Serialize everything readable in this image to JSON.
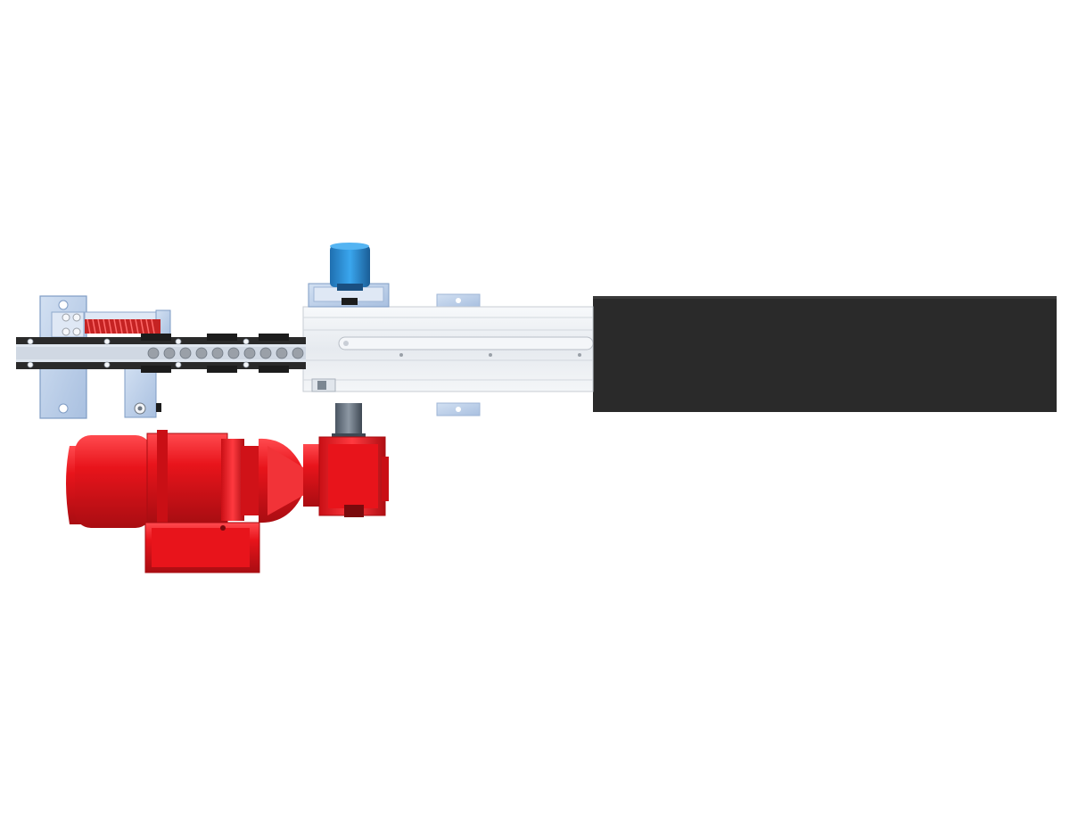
{
  "scene": {
    "subject": "chain-conveyor-drive-assembly",
    "background_color": "#ffffff",
    "colors": {
      "bracket_blue": "#b9cde8",
      "bracket_blue_dark": "#7f9cc4",
      "motor_red": "#e8141b",
      "motor_red_dark": "#a90d12",
      "motor_red_light": "#ff4a4f",
      "spring_red": "#d42a2a",
      "aluminum": "#eef1f5",
      "aluminum_edge": "#c7ccd3",
      "belt_black": "#2a2a2a",
      "sensor_blue": "#2a8fd6",
      "chain_steel": "#9aa0a8",
      "shaft_steel": "#5f6b78",
      "rubber_black": "#1c1c1c"
    },
    "components": [
      {
        "name": "tensioner-bracket",
        "icon": "bracket-icon"
      },
      {
        "name": "tension-spring",
        "icon": "spring-icon"
      },
      {
        "name": "drive-chain",
        "icon": "chain-icon"
      },
      {
        "name": "aluminum-profile-rail",
        "icon": "rail-icon"
      },
      {
        "name": "proximity-sensor",
        "icon": "sensor-icon"
      },
      {
        "name": "conveyor-belt",
        "icon": "belt-icon"
      },
      {
        "name": "gear-motor",
        "icon": "motor-icon"
      },
      {
        "name": "gearbox-output-shaft",
        "icon": "shaft-icon"
      }
    ]
  }
}
